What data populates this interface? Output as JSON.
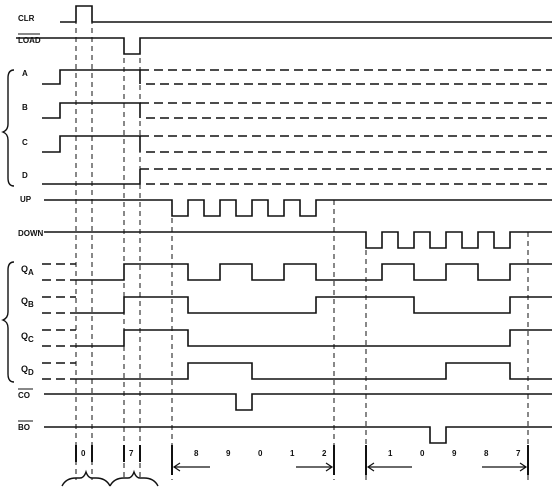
{
  "signals": {
    "clr": "CLR",
    "load": "LOAD",
    "a": "A",
    "b": "B",
    "c": "C",
    "d": "D",
    "up": "UP",
    "down": "DOWN",
    "qa_main": "Q",
    "qa_sub": "A",
    "qb_main": "Q",
    "qb_sub": "B",
    "qc_main": "Q",
    "qc_sub": "C",
    "qd_main": "Q",
    "qd_sub": "D",
    "co": "CO",
    "bo": "BO"
  },
  "counts": {
    "clear": "0",
    "load": "7",
    "up": [
      "8",
      "9",
      "0",
      "1",
      "2"
    ],
    "down": [
      "1",
      "0",
      "9",
      "8",
      "7"
    ]
  }
}
